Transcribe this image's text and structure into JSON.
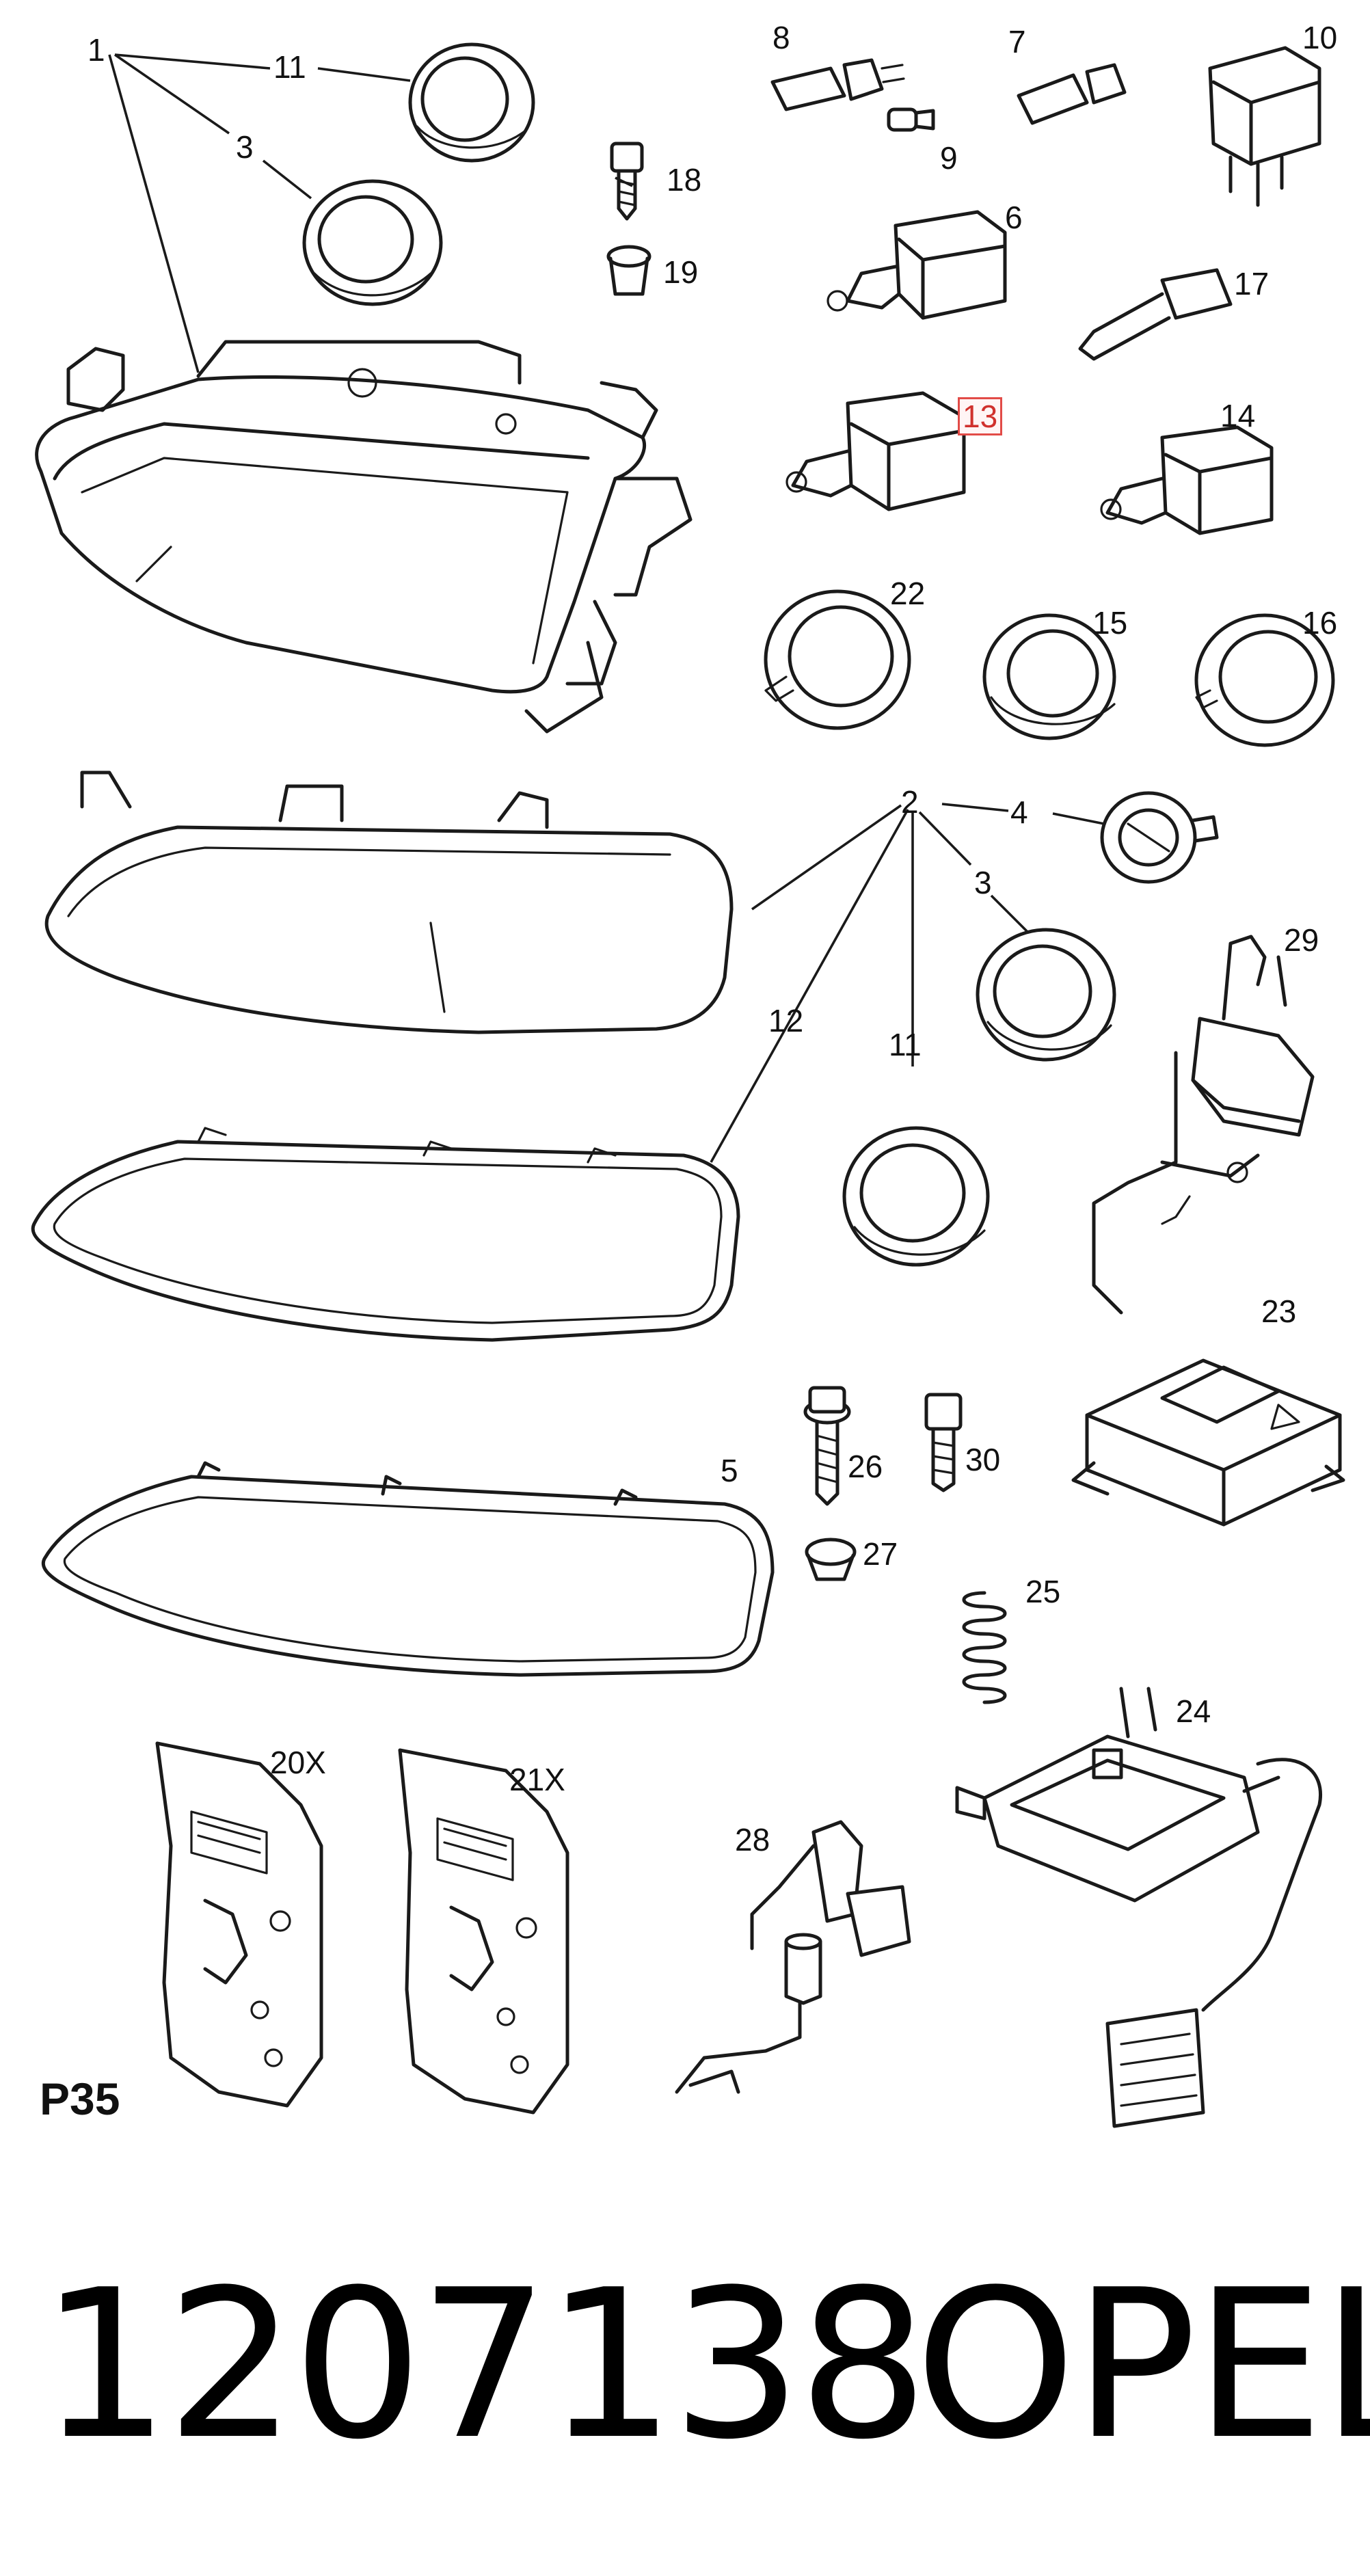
{
  "diagram": {
    "page_code": "P35",
    "part_number": "1207138",
    "brand": "OPEL",
    "highlight_color": "#e24b47",
    "callouts": [
      {
        "id": "1",
        "text": "1"
      },
      {
        "id": "11a",
        "text": "11"
      },
      {
        "id": "3a",
        "text": "3"
      },
      {
        "id": "18",
        "text": "18"
      },
      {
        "id": "19",
        "text": "19"
      },
      {
        "id": "8",
        "text": "8"
      },
      {
        "id": "9",
        "text": "9"
      },
      {
        "id": "7",
        "text": "7"
      },
      {
        "id": "10",
        "text": "10"
      },
      {
        "id": "6",
        "text": "6"
      },
      {
        "id": "17",
        "text": "17"
      },
      {
        "id": "13",
        "text": "13",
        "highlighted": true
      },
      {
        "id": "14",
        "text": "14"
      },
      {
        "id": "22",
        "text": "22"
      },
      {
        "id": "15",
        "text": "15"
      },
      {
        "id": "16",
        "text": "16"
      },
      {
        "id": "2",
        "text": "2"
      },
      {
        "id": "4",
        "text": "4"
      },
      {
        "id": "3b",
        "text": "3"
      },
      {
        "id": "29",
        "text": "29"
      },
      {
        "id": "12",
        "text": "12"
      },
      {
        "id": "11b",
        "text": "11"
      },
      {
        "id": "23",
        "text": "23"
      },
      {
        "id": "5",
        "text": "5"
      },
      {
        "id": "26",
        "text": "26"
      },
      {
        "id": "30",
        "text": "30"
      },
      {
        "id": "27",
        "text": "27"
      },
      {
        "id": "25",
        "text": "25"
      },
      {
        "id": "24",
        "text": "24"
      },
      {
        "id": "20X",
        "text": "20X"
      },
      {
        "id": "21X",
        "text": "21X"
      },
      {
        "id": "28",
        "text": "28"
      }
    ]
  }
}
